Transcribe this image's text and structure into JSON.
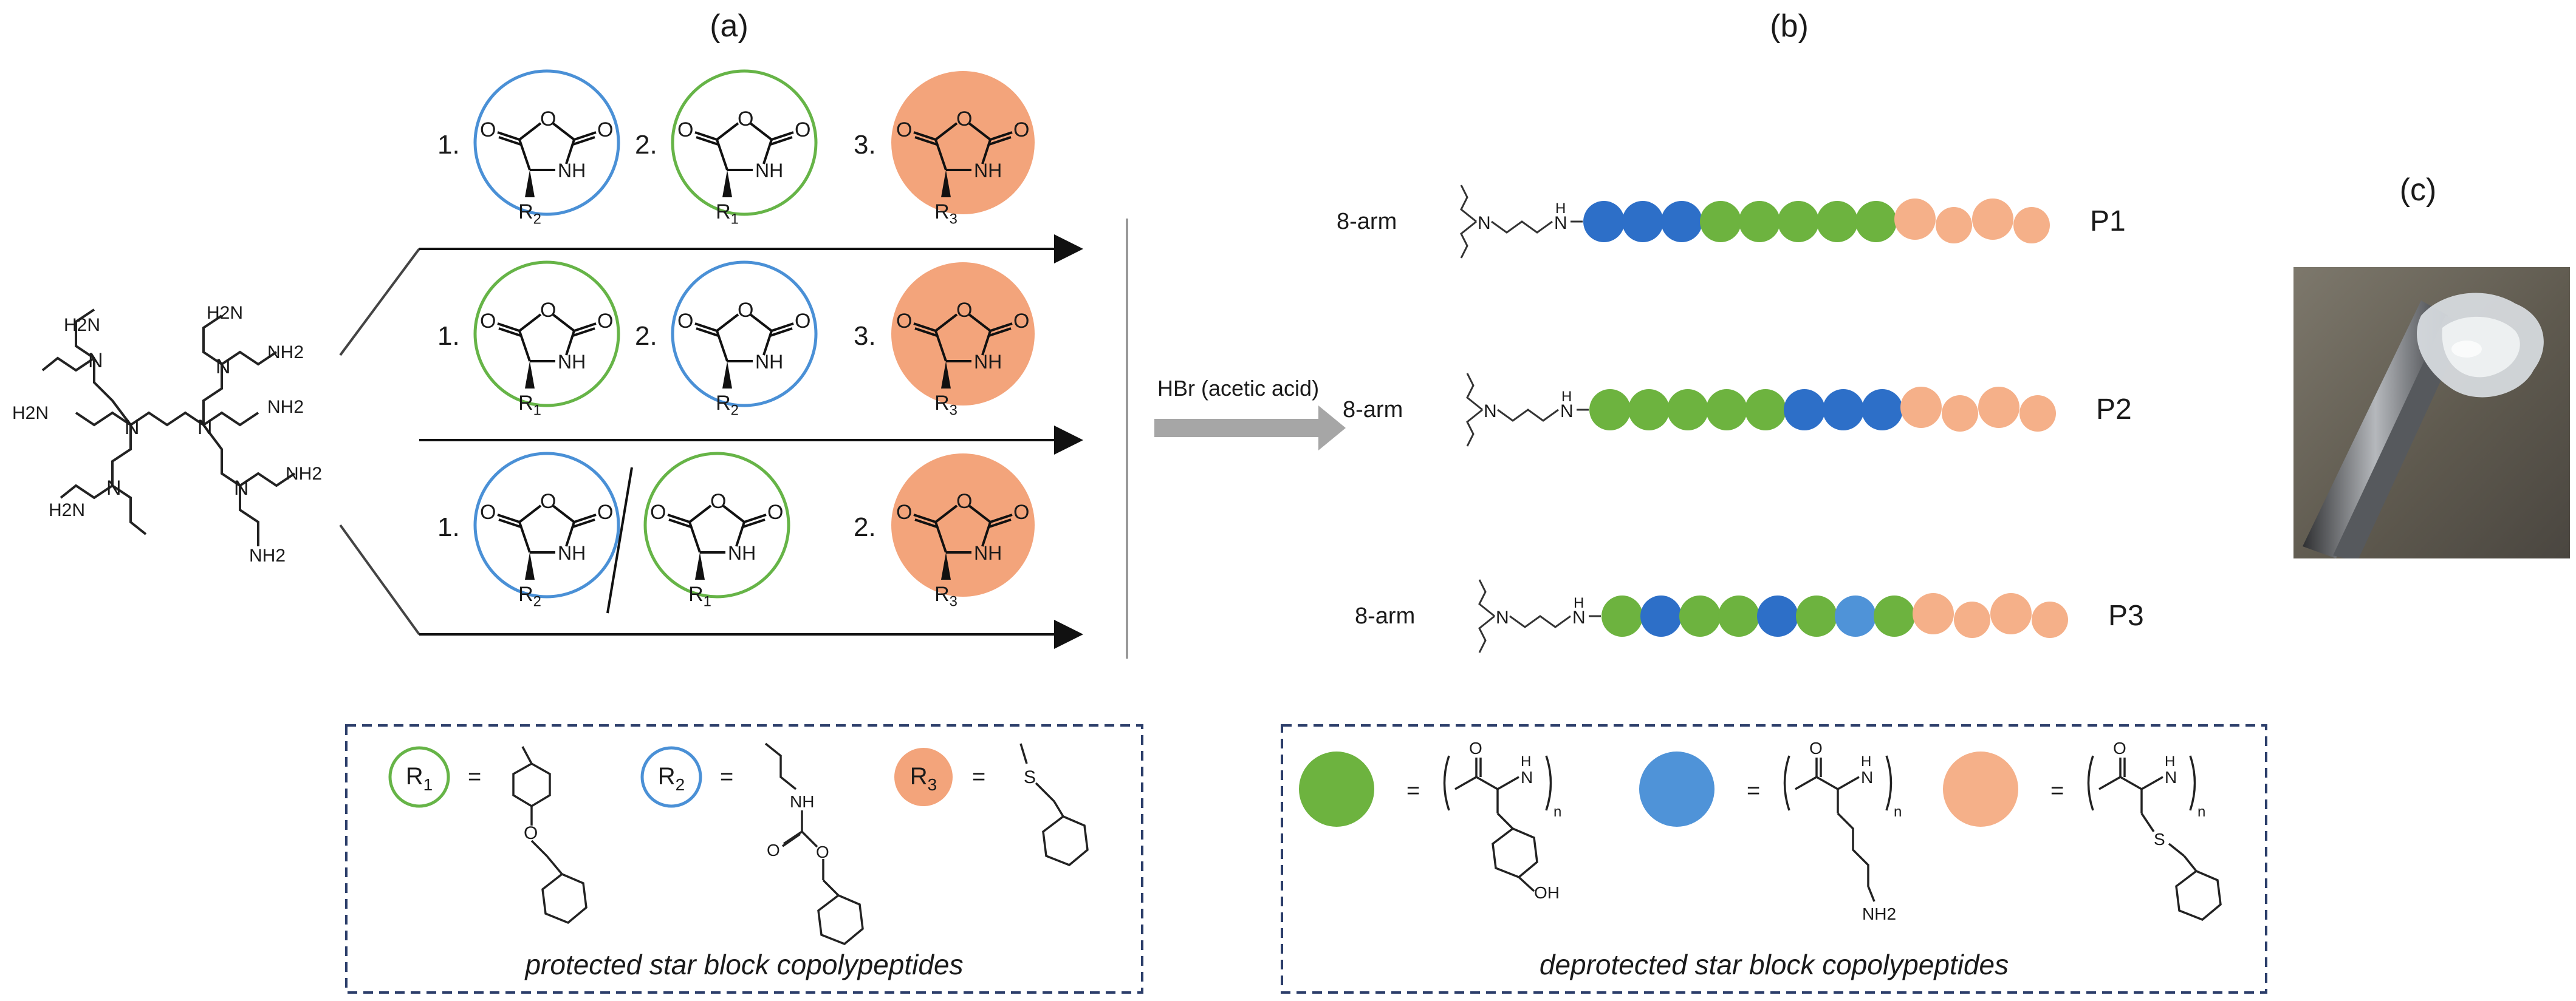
{
  "panels": {
    "a": "(a)",
    "b": "(b)",
    "c": "(c)"
  },
  "colors": {
    "green": "#6db33f",
    "blue": "#4f93d8",
    "dark_blue": "#2d6fc8",
    "orange": "#f5b089",
    "orange_fill": "#f3a47b",
    "circle_green": "#66b447",
    "circle_blue": "#4a90d6",
    "arrow_gray": "#a6a6a6",
    "box_border": "#2c3e6a"
  },
  "core": {
    "amine_labels": [
      "H2N",
      "NH2",
      "H2N",
      "H2N",
      "NH2",
      "NH2",
      "H2N",
      "NH2"
    ]
  },
  "routes": [
    {
      "steps": [
        {
          "num": "1.",
          "ring": "blue",
          "r": "R2"
        },
        {
          "num": "2.",
          "ring": "green",
          "r": "R1"
        },
        {
          "num": "3.",
          "ring": "orange",
          "r": "R3"
        }
      ]
    },
    {
      "steps": [
        {
          "num": "1.",
          "ring": "green",
          "r": "R1"
        },
        {
          "num": "2.",
          "ring": "blue",
          "r": "R2"
        },
        {
          "num": "3.",
          "ring": "orange",
          "r": "R3"
        }
      ]
    },
    {
      "steps": [
        {
          "num": "1.",
          "ring": "blue",
          "r": "R2"
        },
        {
          "num": "",
          "ring": "green",
          "r": "R1"
        },
        {
          "num": "2.",
          "ring": "orange",
          "r": "R3"
        }
      ]
    }
  ],
  "nca": {
    "o": "O",
    "nh": "NH"
  },
  "reagent": "HBr (acetic acid)",
  "polymers": [
    {
      "label": "P1",
      "arm": "8-arm",
      "beads": [
        "dark_blue",
        "dark_blue",
        "dark_blue",
        "green",
        "green",
        "green",
        "green",
        "green",
        "orange",
        "orange",
        "orange",
        "orange"
      ]
    },
    {
      "label": "P2",
      "arm": "8-arm",
      "beads": [
        "green",
        "green",
        "green",
        "green",
        "green",
        "dark_blue",
        "dark_blue",
        "dark_blue",
        "orange",
        "orange",
        "orange",
        "orange"
      ]
    },
    {
      "label": "P3",
      "arm": "8-arm",
      "beads": [
        "green",
        "dark_blue",
        "green",
        "green",
        "dark_blue",
        "green",
        "blue",
        "green",
        "orange",
        "orange",
        "orange",
        "orange"
      ]
    }
  ],
  "legend_left": {
    "items": [
      {
        "r": "R1",
        "eq": "="
      },
      {
        "r": "R2",
        "eq": "="
      },
      {
        "r": "R3",
        "eq": "="
      }
    ],
    "atoms": {
      "o": "O",
      "nh": "NH",
      "s": "S"
    },
    "caption": "protected star block copolypeptides"
  },
  "legend_right": {
    "eq": "=",
    "atoms": {
      "o": "O",
      "h": "H",
      "n": "N",
      "sub_n": "n",
      "oh": "OH",
      "nh2": "NH2",
      "s": "S"
    },
    "caption": "deprotected star block copolypeptides"
  }
}
